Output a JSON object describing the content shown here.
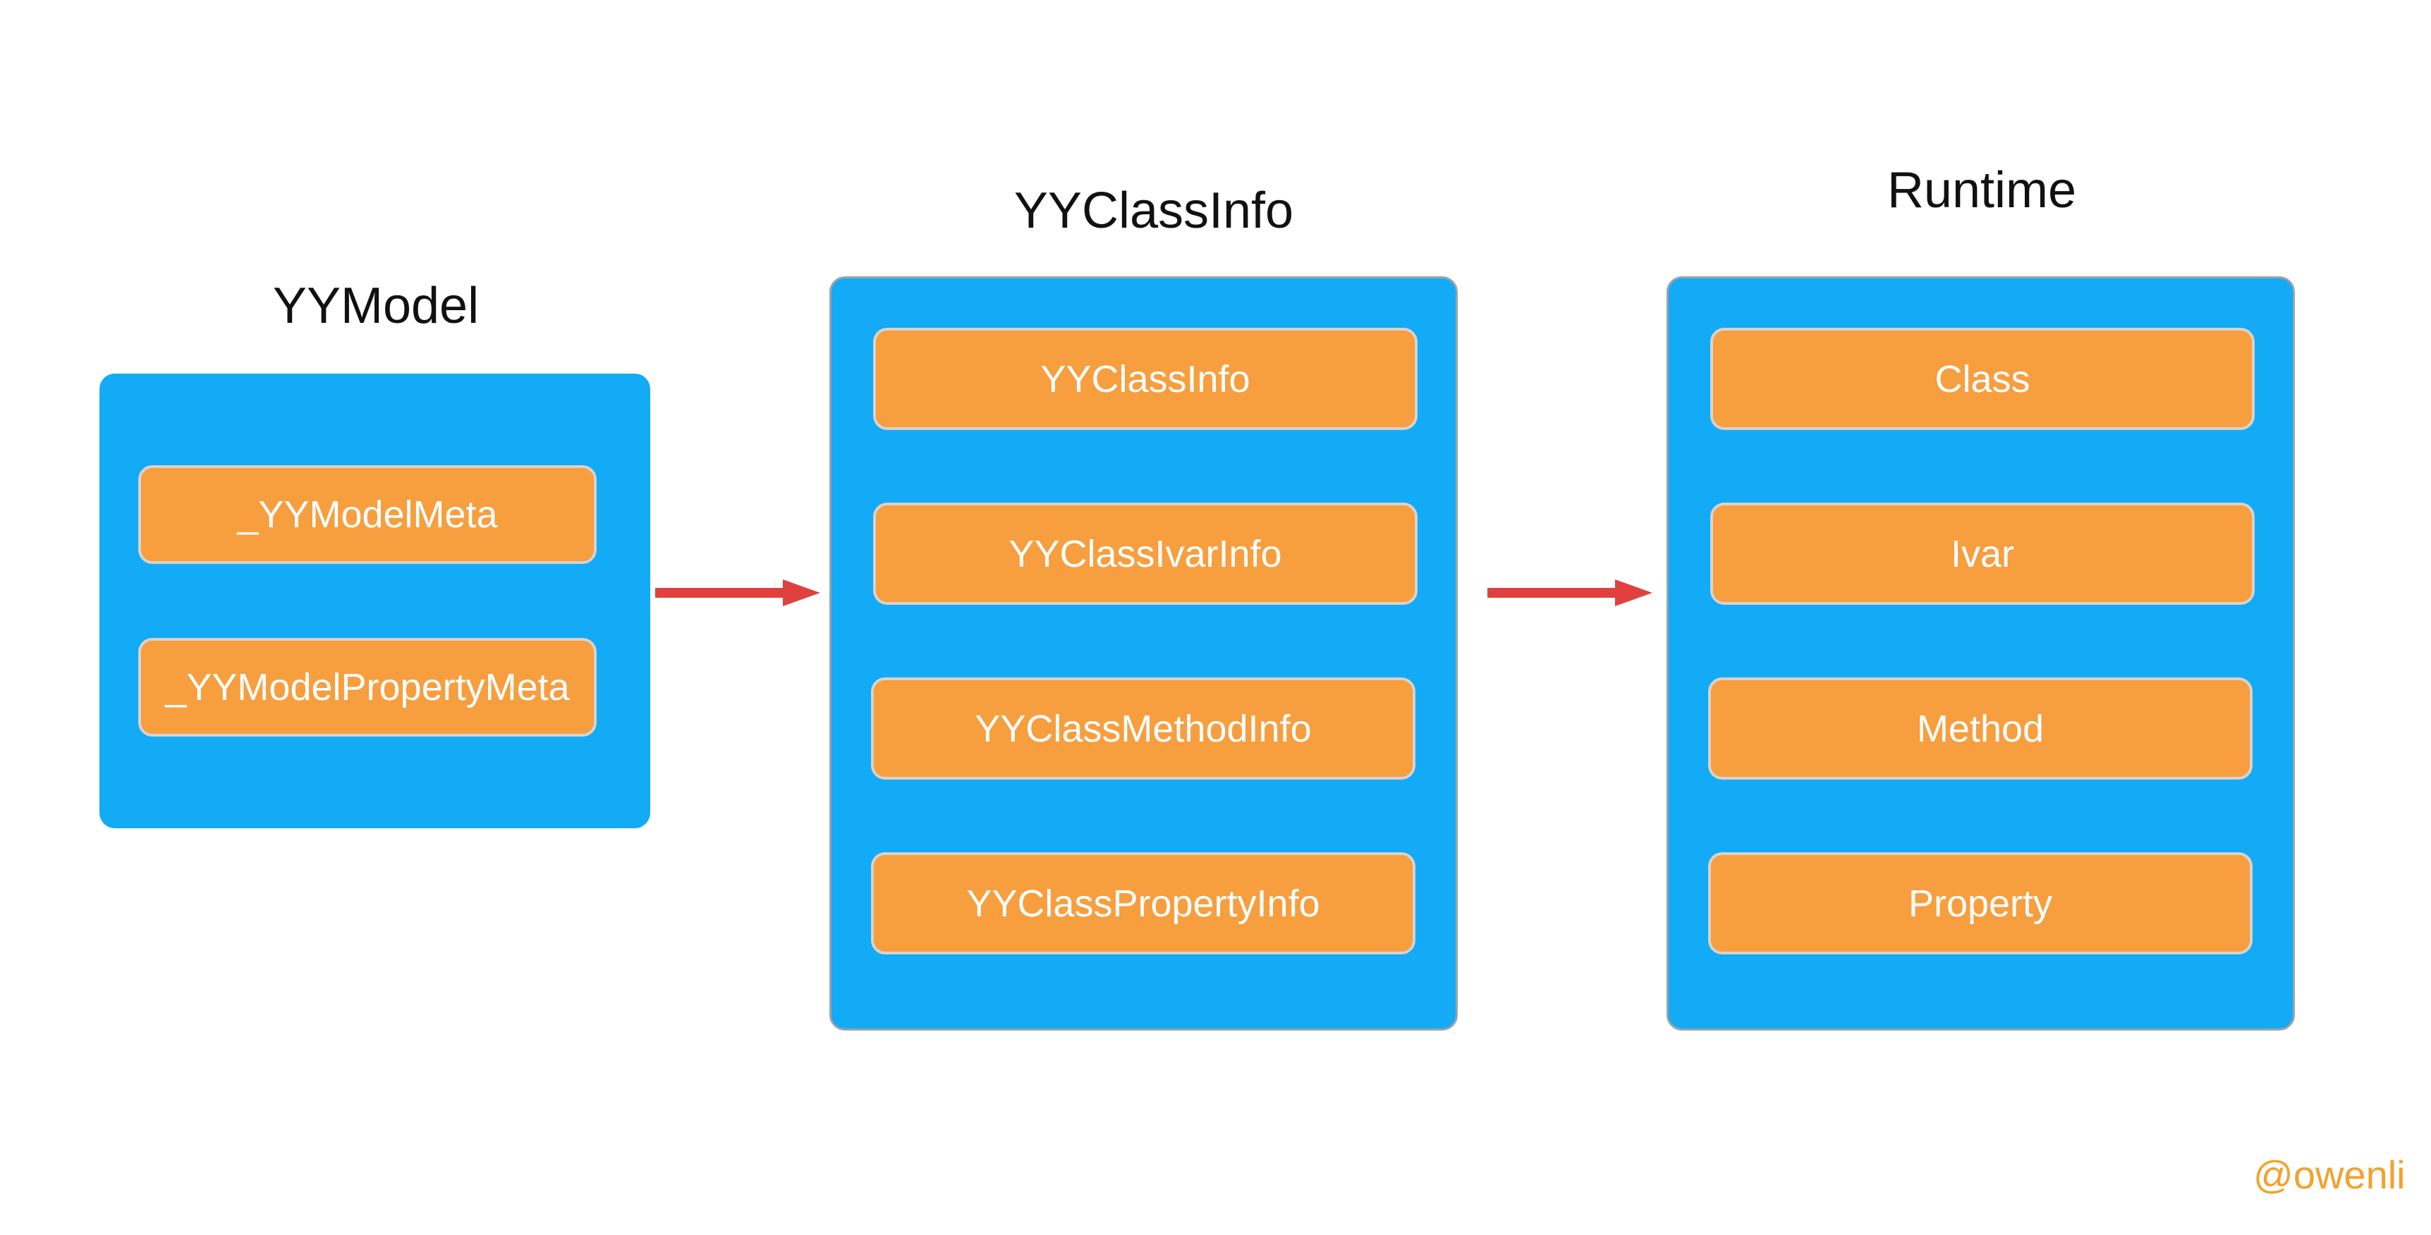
{
  "groups": [
    {
      "title": "YYModel",
      "items": [
        "_YYModelMeta",
        "_YYModelPropertyMeta"
      ]
    },
    {
      "title": "YYClassInfo",
      "items": [
        "YYClassInfo",
        "YYClassIvarInfo",
        "YYClassMethodInfo",
        "YYClassPropertyInfo"
      ]
    },
    {
      "title": "Runtime",
      "items": [
        "Class",
        "Ivar",
        "Method",
        "Property"
      ]
    }
  ],
  "watermark": "@owenli",
  "colors": {
    "panel": "#13aaf6",
    "item": "#f79e3f",
    "arrow": "#e0413f",
    "watermark": "#f2a22e"
  }
}
